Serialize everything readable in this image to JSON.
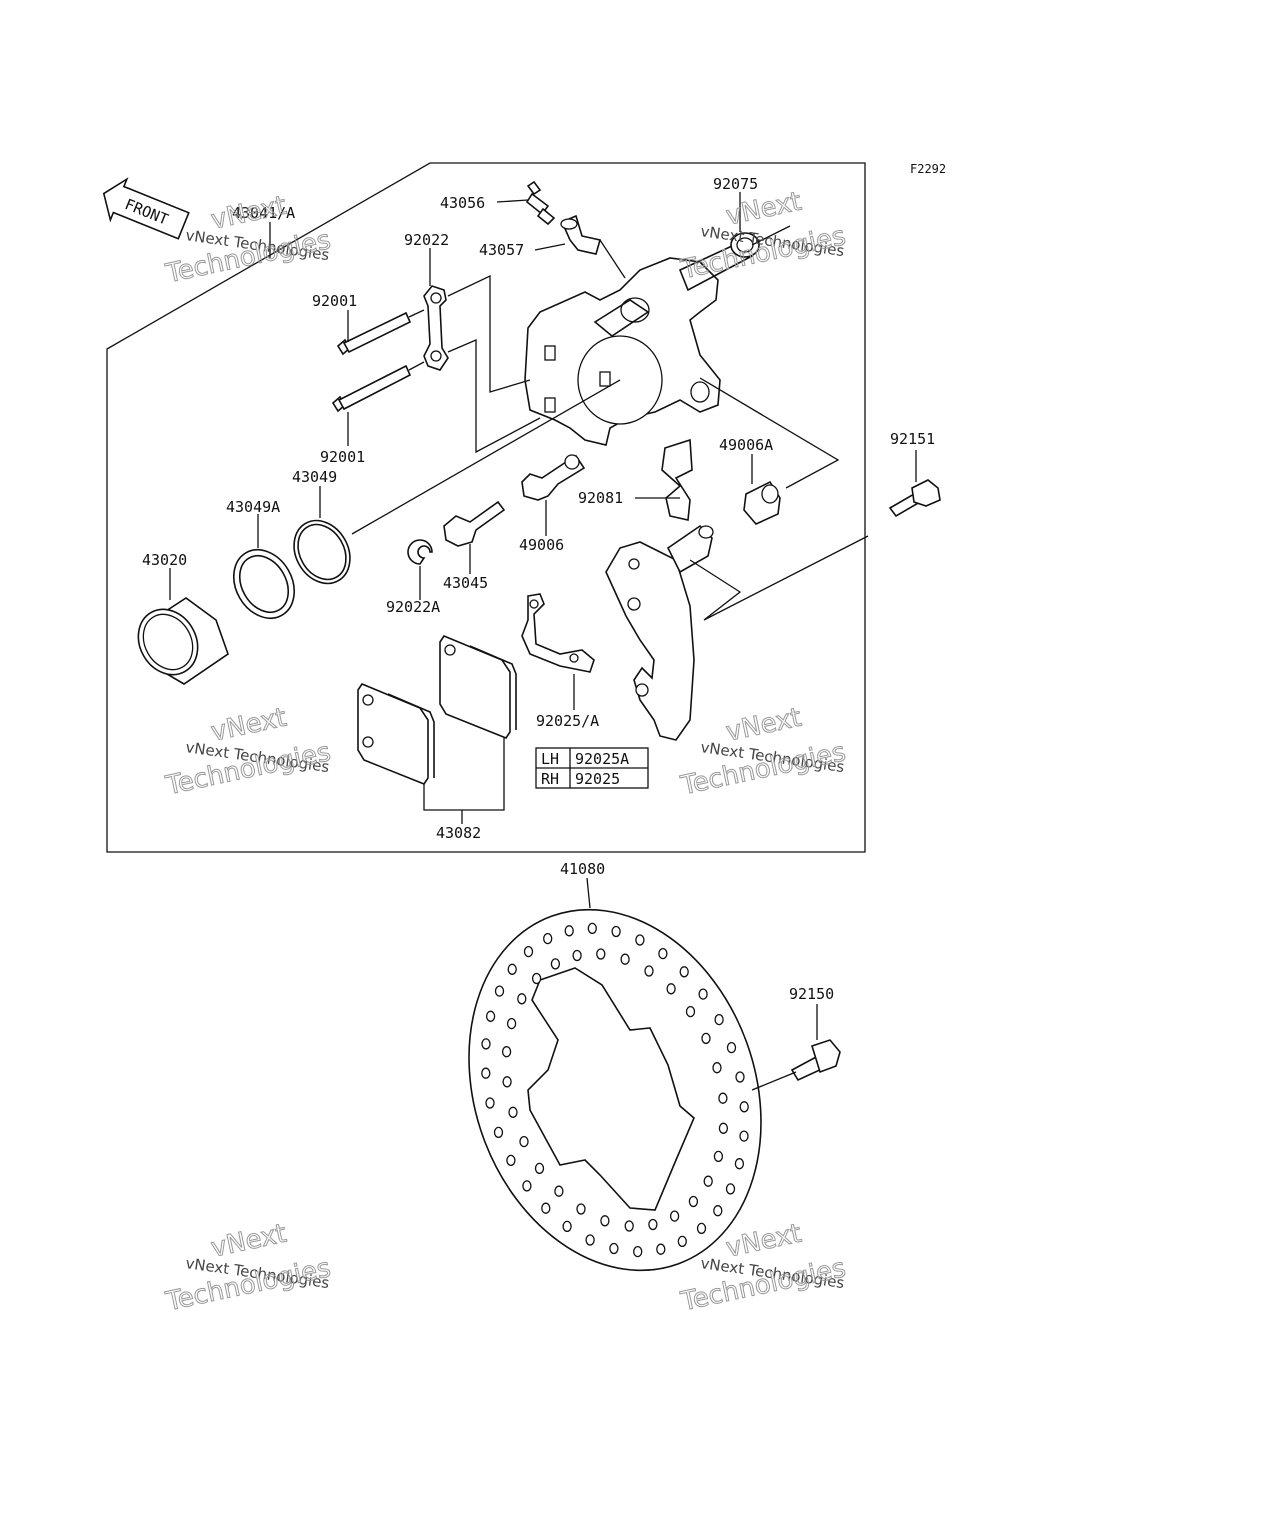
{
  "figure_code": "F2292",
  "front_arrow_label": "FRONT",
  "watermark": {
    "line1": "vNext Technologies",
    "line2": "vNext",
    "line3": "Technologies"
  },
  "part_labels": {
    "p43041A": "43041/A",
    "p43056": "43056",
    "p43057": "43057",
    "p92075": "92075",
    "p92022": "92022",
    "p92001_top": "92001",
    "p92001_bottom": "92001",
    "p43049": "43049",
    "p43049A": "43049A",
    "p43020": "43020",
    "p92151": "92151",
    "p49006A": "49006A",
    "p92081": "92081",
    "p49006": "49006",
    "p43045": "43045",
    "p92022A": "92022A",
    "p92025A": "92025/A",
    "p43082": "43082",
    "p41080": "41080",
    "p92150": "92150"
  },
  "side_table": {
    "rows": [
      {
        "side": "LH",
        "part": "92025A"
      },
      {
        "side": "RH",
        "part": "92025"
      }
    ]
  }
}
